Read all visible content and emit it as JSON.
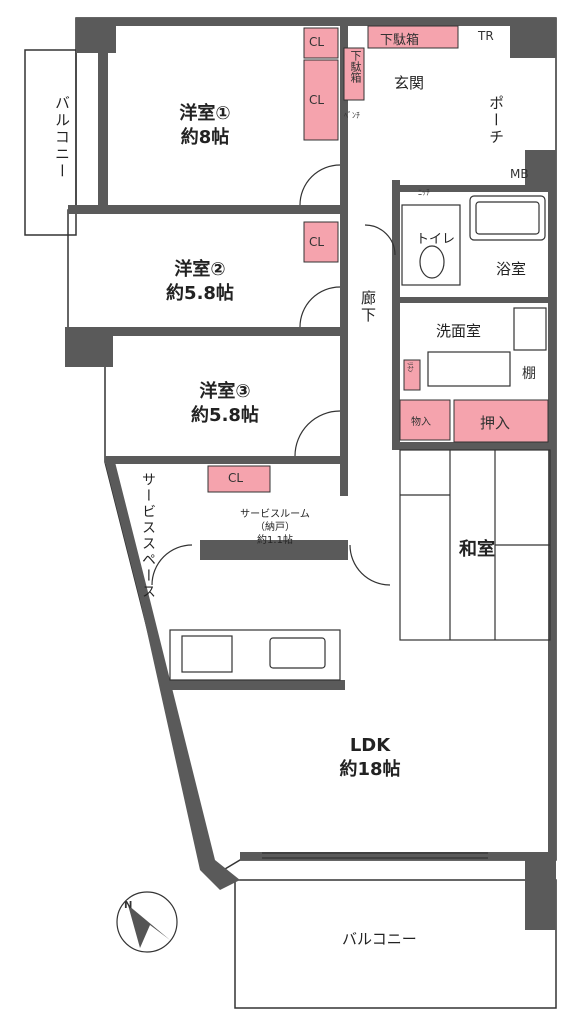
{
  "rooms": {
    "western1": {
      "name": "洋室①",
      "size": "約8帖"
    },
    "western2": {
      "name": "洋室②",
      "size": "約5.8帖"
    },
    "western3": {
      "name": "洋室③",
      "size": "約5.8帖"
    },
    "japanese": {
      "name": "和室"
    },
    "ldk": {
      "name": "LDK",
      "size": "約18帖"
    },
    "service_room": {
      "line1": "サービスルーム",
      "line2": "（納戸）",
      "line3": "約1.1帖"
    },
    "service_space": "サービススペース",
    "entrance": "玄関",
    "porch": "ポーチ",
    "bath": "浴室",
    "toilet": "トイレ",
    "washroom": "洗面室",
    "corridor": "廊下",
    "balcony_left": "バルコニー",
    "balcony_bottom": "バルコニー"
  },
  "storage": {
    "cl": "CL",
    "shoe_box": "下駄箱",
    "shoe_box_vertical": "下駄箱",
    "storage_small": "物入",
    "oshiire": "押入",
    "shelf": "棚",
    "tr": "TR",
    "mb": "MB",
    "step": "ﾍﾞﾝﾁ",
    "niche": "ﾆｯﾁ",
    "linen": "ﾘﾈﾝ"
  },
  "compass": "N",
  "colors": {
    "wall": "#5a5a5a",
    "storage": "#f5a3ad",
    "line": "#333333"
  }
}
